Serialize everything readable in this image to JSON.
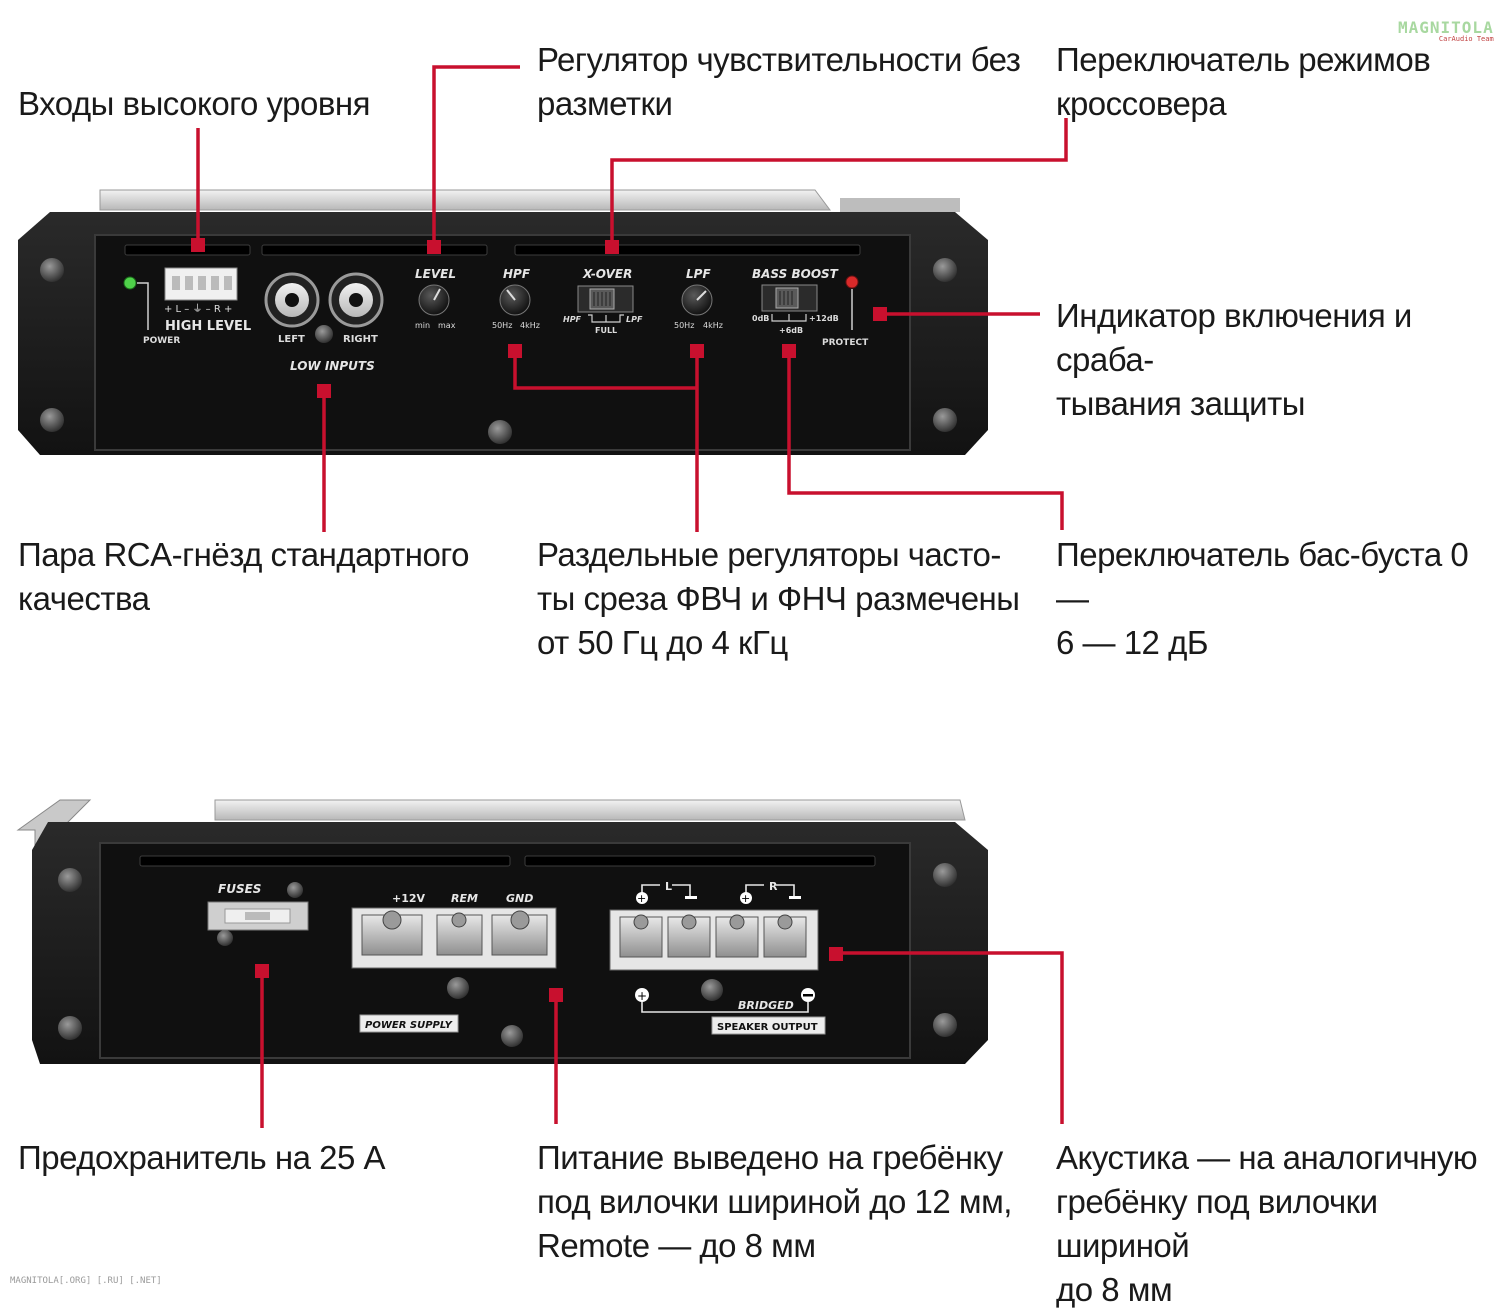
{
  "watermark": {
    "logo": "MAGNITOLA",
    "logo_sub": "CarAudio Team",
    "footer": "MAGNITOLA[.ORG] [.RU] [.NET]"
  },
  "colors": {
    "callout": "#c8102e",
    "chassis": "#1c1c1c",
    "faceplate": "#101010"
  },
  "top_panel": {
    "high_level_label": "HIGH LEVEL",
    "high_level_pins": "+ L – ⏚ – R +",
    "power_label": "POWER",
    "left_label": "LEFT",
    "right_label": "RIGHT",
    "low_inputs_label": "LOW INPUTS",
    "level_label": "LEVEL",
    "level_scale_min": "min",
    "level_scale_max": "max",
    "hpf_label": "HPF",
    "hpf_scale_min": "50Hz",
    "hpf_scale_max": "4kHz",
    "xover_label": "X-OVER",
    "xover_hpf": "HPF",
    "xover_lpf": "LPF",
    "xover_full": "FULL",
    "lpf_label": "LPF",
    "lpf_scale_min": "50Hz",
    "lpf_scale_max": "4kHz",
    "bass_boost_label": "BASS BOOST",
    "bb_0": "0dB",
    "bb_6": "+6dB",
    "bb_12": "+12dB",
    "protect_label": "PROTECT"
  },
  "bottom_panel": {
    "fuses_label": "FUSES",
    "v12_label": "+12V",
    "rem_label": "REM",
    "gnd_label": "GND",
    "power_supply_label": "POWER SUPPLY",
    "left_ch_label": "L",
    "right_ch_label": "R",
    "bridged_label": "BRIDGED",
    "speaker_output_label": "SPEAKER OUTPUT"
  },
  "captions": {
    "high_inputs": "Входы высокого уровня",
    "sensitivity": "Регулятор чувствительности без\nразметки",
    "xover_switch": "Переключатель режимов\nкроссовера",
    "indicator": "Индикатор включения и сраба-\nтывания защиты",
    "rca": "Пара RCA-гнёзд стандартного\nкачества",
    "cutoff": "Раздельные регуляторы часто-\nты среза ФВЧ и ФНЧ размечены\nот 50 Гц до 4 кГц",
    "bass_boost": "Переключатель бас-буста 0 —\n6 — 12 дБ",
    "fuse": "Предохранитель на 25 А",
    "power": "Питание выведено на гребёнку\nпод вилочки шириной до 12 мм,\nRemote — до 8 мм",
    "speakers": "Акустика — на аналогичную\nгребёнку под вилочки шириной\nдо 8 мм"
  }
}
